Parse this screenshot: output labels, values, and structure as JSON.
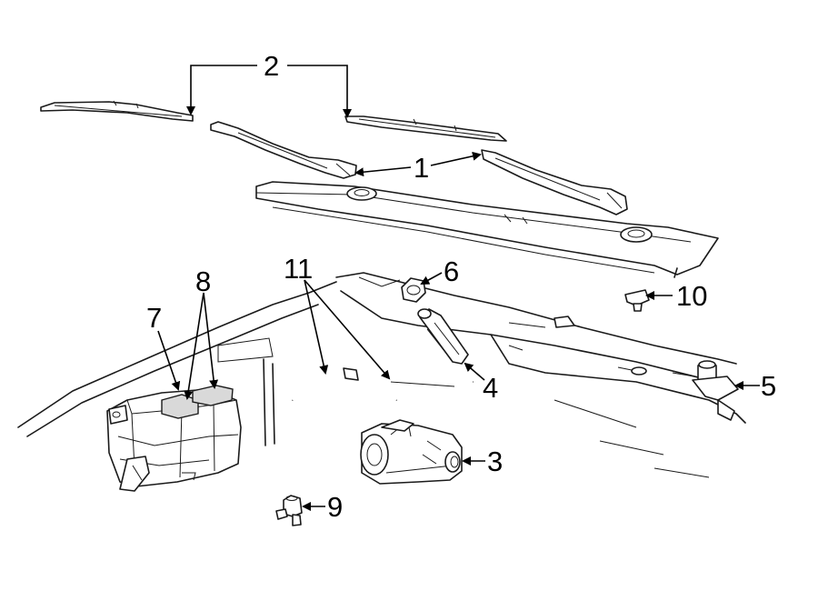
{
  "callouts": {
    "c1": "1",
    "c2": "2",
    "c3": "3",
    "c4": "4",
    "c5": "5",
    "c6": "6",
    "c7": "7",
    "c8": "8",
    "c9": "9",
    "c10": "10",
    "c11": "11"
  },
  "colors": {
    "ink": "#1a1a1a",
    "background": "#ffffff"
  }
}
